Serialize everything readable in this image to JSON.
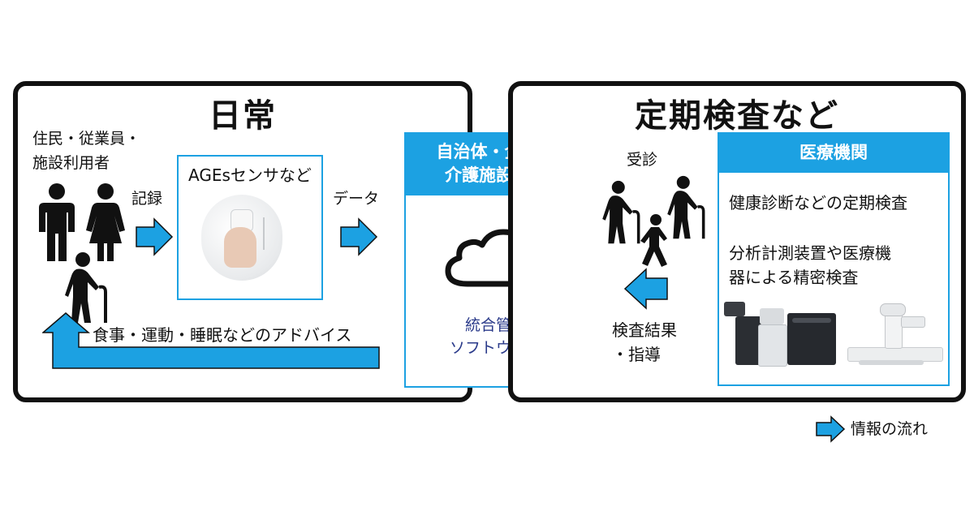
{
  "colors": {
    "accent": "#1ca1e2",
    "border": "#111111",
    "cloud_text": "#2a3a8a"
  },
  "left_panel": {
    "title": "日常",
    "people_label_line1": "住民・従業員・",
    "people_label_line2": "施設利用者",
    "record_label": "記録",
    "sensor_title": "AGEsセンサなど",
    "data_label": "データ",
    "advice_label": "食事・運動・睡眠などのアドバイス"
  },
  "center_box": {
    "header_line1": "自治体・企業・",
    "header_line2": "介護施設など",
    "software_line1": "統合管理",
    "software_line2": "ソフトウェア"
  },
  "right_panel": {
    "title": "定期検査など",
    "visit_label": "受診",
    "result_line1": "検査結果",
    "result_line2": "・指導",
    "medical": {
      "header": "医療機関",
      "item1": "健康診断などの定期検査",
      "item2_line1": "分析計測装置や医療機",
      "item2_line2": "器による精密検査"
    }
  },
  "legend": {
    "label": "情報の流れ"
  },
  "icons": [
    "person-man-icon",
    "person-woman-icon",
    "elderly-person-icon",
    "walking-person-icon",
    "cloud-icon",
    "arrow-right-icon",
    "arrow-left-icon",
    "arrow-up-return-icon"
  ]
}
